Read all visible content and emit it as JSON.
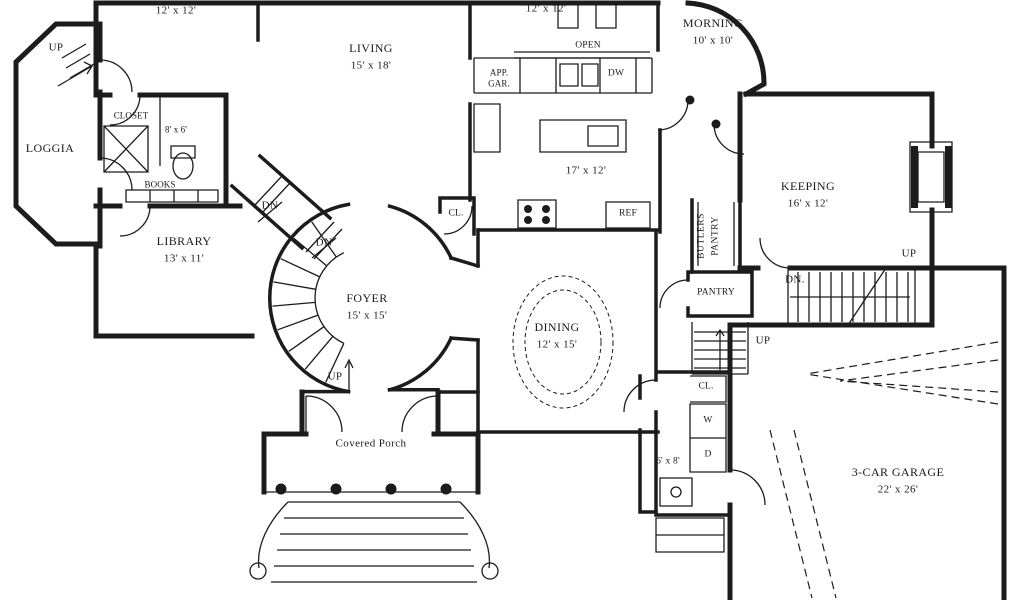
{
  "plan": {
    "colors": {
      "line": "#1c1c1c",
      "background": "#ffffff"
    },
    "labels": {
      "bedroom_size": "12' x 12'",
      "up_entry": "UP",
      "loggia": "LOGGIA",
      "closet": "CLOSET",
      "bath_size": "8' x 6'",
      "books": "BOOKS",
      "living_name": "LIVING",
      "living_size": "15' x 18'",
      "upper_hall_size": "12' x 12'",
      "open": "OPEN",
      "app_gar_1": "APP.",
      "app_gar_2": "GAR.",
      "dw": "DW",
      "morning_name": "MORNING",
      "morning_size": "10' x 10'",
      "kitchen_size": "17' x 12'",
      "closet_foyer": "CL.",
      "ref": "REF",
      "butlers_vertical_1": "BUTLERS",
      "butlers_vertical_2": "PANTRY",
      "pantry": "PANTRY",
      "keeping_name": "KEEPING",
      "keeping_size": "16' x 12'",
      "gallery_dn_1": "DN",
      "gallery_dn_2": "DN",
      "back_stair_up": "UP",
      "back_stair_dn": "DN.",
      "garage_stair_up": "UP",
      "library_name": "LIBRARY",
      "library_size": "13' x 11'",
      "foyer_name": "FOYER",
      "foyer_size": "15' x 15'",
      "dining_name": "DINING",
      "dining_size": "12' x 15'",
      "foyer_up": "UP",
      "closet_laundry": "CL.",
      "washer": "W",
      "dryer": "D",
      "laundry_size": "6' x 8'",
      "covered_porch": "Covered Porch",
      "garage_name": "3-CAR GARAGE",
      "garage_size": "22' x 26'"
    }
  }
}
